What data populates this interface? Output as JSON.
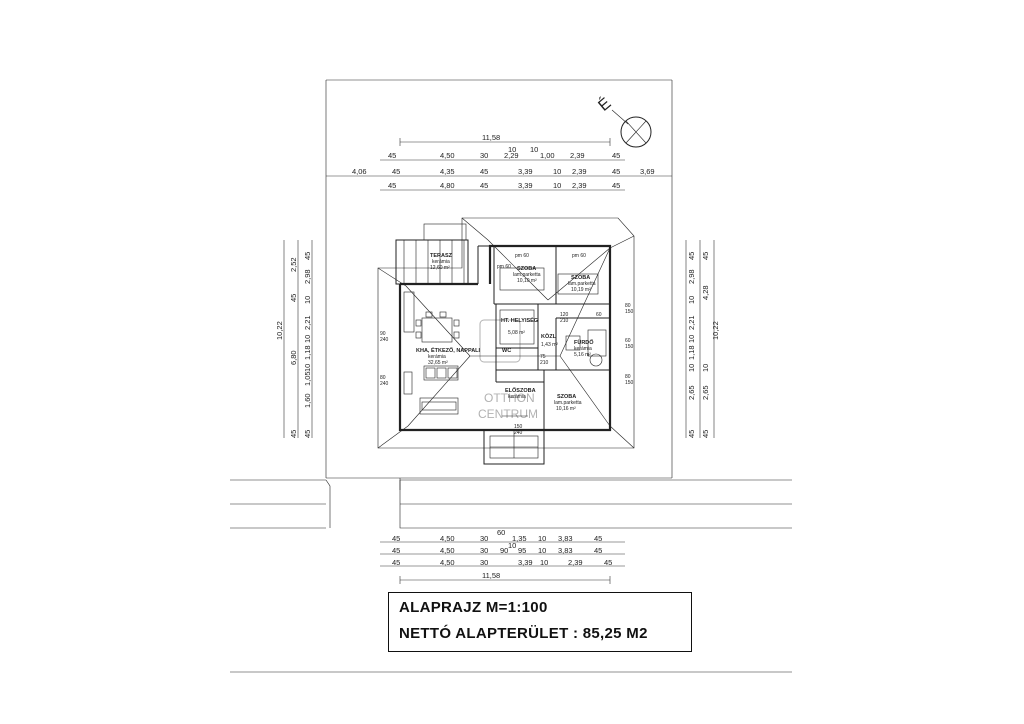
{
  "north_label": "É",
  "title": {
    "line1": "ALAPRAJZ M=1:100",
    "line2": "NETTÓ ALAPTERÜLET : 85,25 M2"
  },
  "rooms": [
    {
      "name": "TERASZ",
      "material": "kerámia",
      "area": "12,60 m²"
    },
    {
      "name": "SZOBA",
      "material": "lam.parketta",
      "area": "10,10 m²"
    },
    {
      "name": "SZOBA",
      "material": "lam.parketta",
      "area": "10,19 m²"
    },
    {
      "name": "HT. HELYISÉG",
      "material": "",
      "area": "5,08 m²"
    },
    {
      "name": "KÖZL",
      "material": "",
      "area": "1,43 m²"
    },
    {
      "name": "KHA, ÉTKEZŐ, NAPPALI",
      "material": "kerámia",
      "area": "32,65 m²"
    },
    {
      "name": "FÜRDŐ",
      "material": "kerámia",
      "area": "5,16 m²"
    },
    {
      "name": "WC",
      "material": "",
      "area": ""
    },
    {
      "name": "ELŐSZOBA",
      "material": "kerámia",
      "area": ""
    },
    {
      "name": "SZOBA",
      "material": "lam.parketta",
      "area": "10,16 m²"
    }
  ],
  "dims_top": {
    "row1": [
      "11,58"
    ],
    "row_small": [
      "10",
      "10"
    ],
    "row2": [
      "45",
      "4,50",
      "30",
      "2,29",
      "1,00",
      "2,39",
      "45"
    ],
    "row3": [
      "4,06",
      "45",
      "4,35",
      "45",
      "3,39",
      "10",
      "2,39",
      "45",
      "3,69"
    ],
    "row4": [
      "45",
      "4,80",
      "45",
      "3,39",
      "10",
      "2,39",
      "45"
    ]
  },
  "dims_bottom": {
    "row0": [
      "60"
    ],
    "row1": [
      "45",
      "4,50",
      "30",
      "1,35",
      "10",
      "3,83",
      "45"
    ],
    "row_small": [
      "10"
    ],
    "row2": [
      "45",
      "4,50",
      "30",
      "90",
      "95",
      "10",
      "3,83",
      "45"
    ],
    "row3": [
      "45",
      "4,50",
      "30",
      "3,39",
      "10",
      "2,39",
      "45"
    ],
    "row4": [
      "11,58"
    ]
  },
  "dims_left": {
    "outer": [
      "10,22"
    ],
    "mid": [
      "2,52",
      "45",
      "6,80",
      "45"
    ],
    "inner": [
      "45",
      "2,98",
      "10",
      "2,21",
      "10",
      "1,18",
      "10",
      "1,05",
      "1,60",
      "45"
    ]
  },
  "dims_right": {
    "outer": [
      "10,22"
    ],
    "mid": [
      "45",
      "4,28",
      "10",
      "2,65",
      "45"
    ],
    "inner": [
      "45",
      "2,98",
      "10",
      "2,21",
      "10",
      "1,18",
      "10",
      "2,65",
      "45"
    ]
  },
  "openings": [
    "pm 60",
    "pm 60",
    "pm 60",
    "90",
    "240",
    "80",
    "240",
    "80",
    "150",
    "60",
    "150",
    "80",
    "150",
    "120",
    "210",
    "75",
    "210",
    "60",
    "150",
    "240"
  ],
  "watermark": {
    "line1": "OTTHON",
    "line2": "CENTRUM"
  }
}
